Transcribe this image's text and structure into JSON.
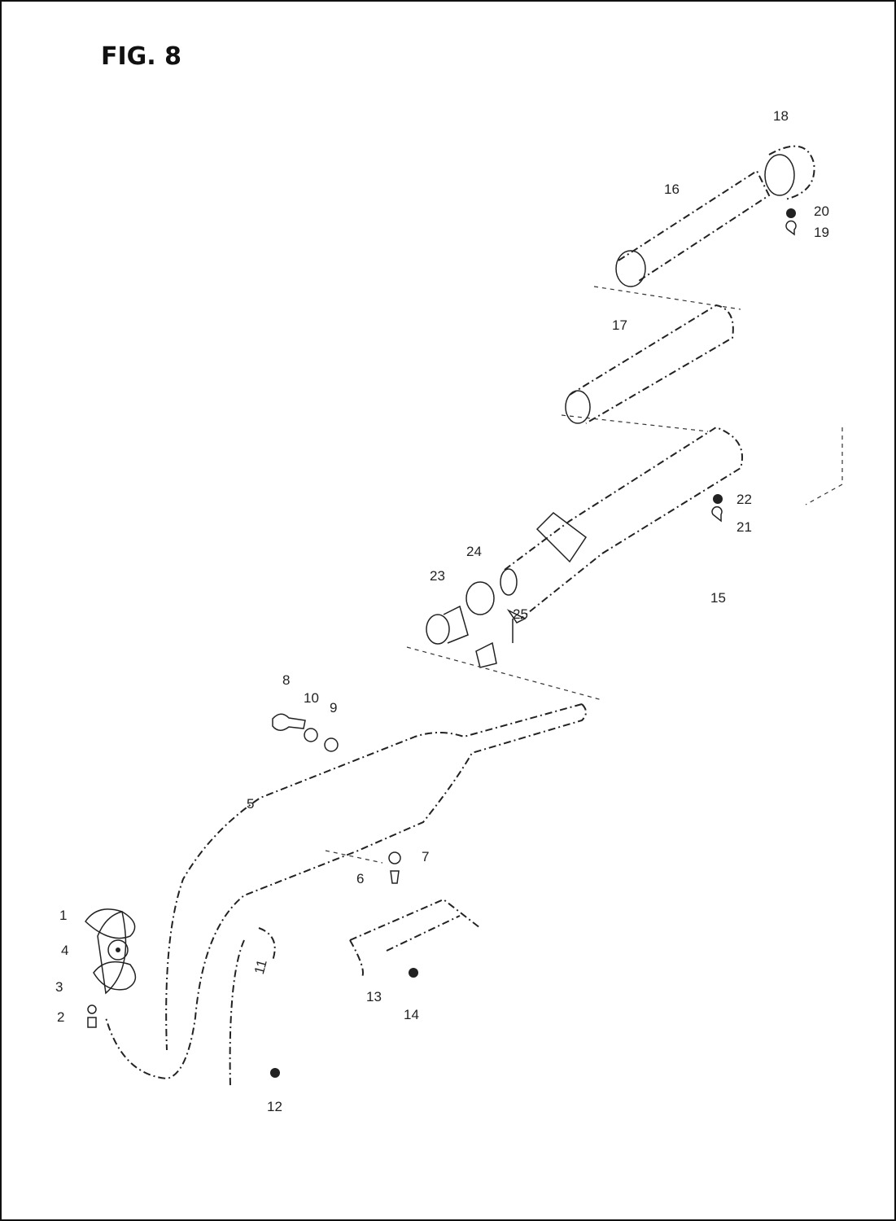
{
  "figure": {
    "title": "FIG. 8"
  },
  "part_labels": {
    "p1": "1",
    "p2": "2",
    "p3": "3",
    "p4": "4",
    "p5": "5",
    "p6": "6",
    "p7": "7",
    "p8": "8",
    "p9": "9",
    "p10": "10",
    "p11": "11",
    "p12": "12",
    "p13": "13",
    "p14": "14",
    "p15": "15",
    "p16": "16",
    "p17": "17",
    "p18": "18",
    "p19": "19",
    "p20": "20",
    "p21": "21",
    "p22": "22",
    "p23": "23",
    "p24": "24",
    "p25": "25"
  }
}
